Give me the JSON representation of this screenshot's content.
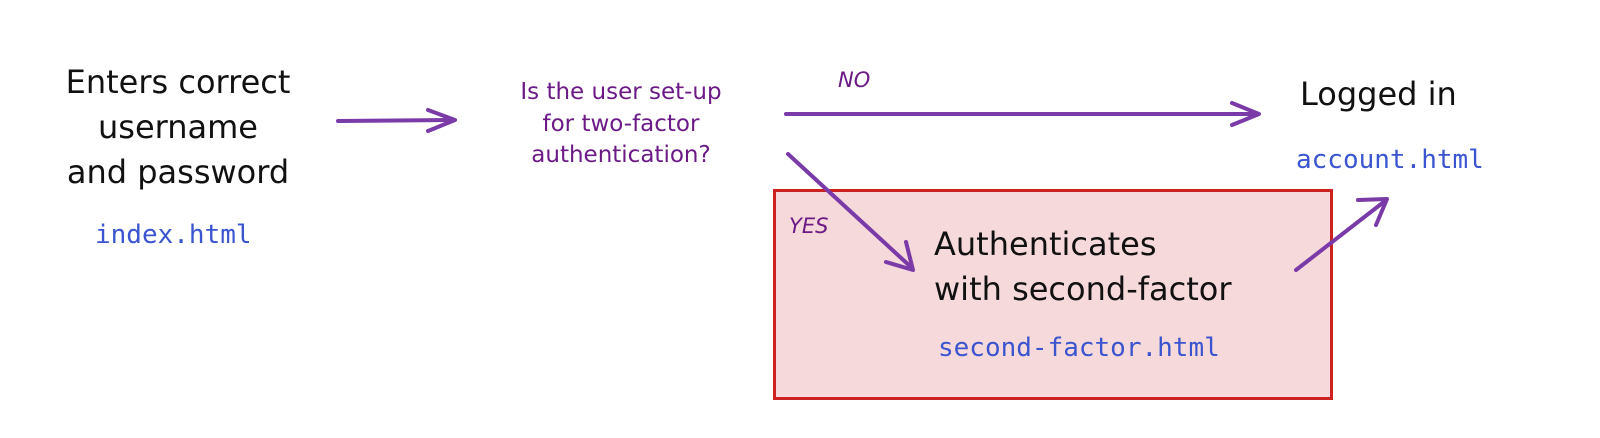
{
  "colors": {
    "arrow": "#7a3aa8",
    "question_text": "#6b1a86",
    "code_text": "#3a55cf",
    "box_fill": "#f6d9da",
    "box_border": "#cc2222",
    "ink": "#111111"
  },
  "nodes": {
    "start": {
      "lines": [
        "Enters correct",
        "username",
        "and password"
      ],
      "file": "index.html"
    },
    "question": {
      "lines": [
        "Is the user set-up",
        "for two-factor",
        "authentication?"
      ]
    },
    "logged_in": {
      "title": "Logged in",
      "file": "account.html"
    },
    "second_factor": {
      "lines": [
        "Authenticates",
        "with second-factor"
      ],
      "file": "second-factor.html"
    }
  },
  "edges": {
    "no_label": "NO",
    "yes_label": "YES"
  }
}
